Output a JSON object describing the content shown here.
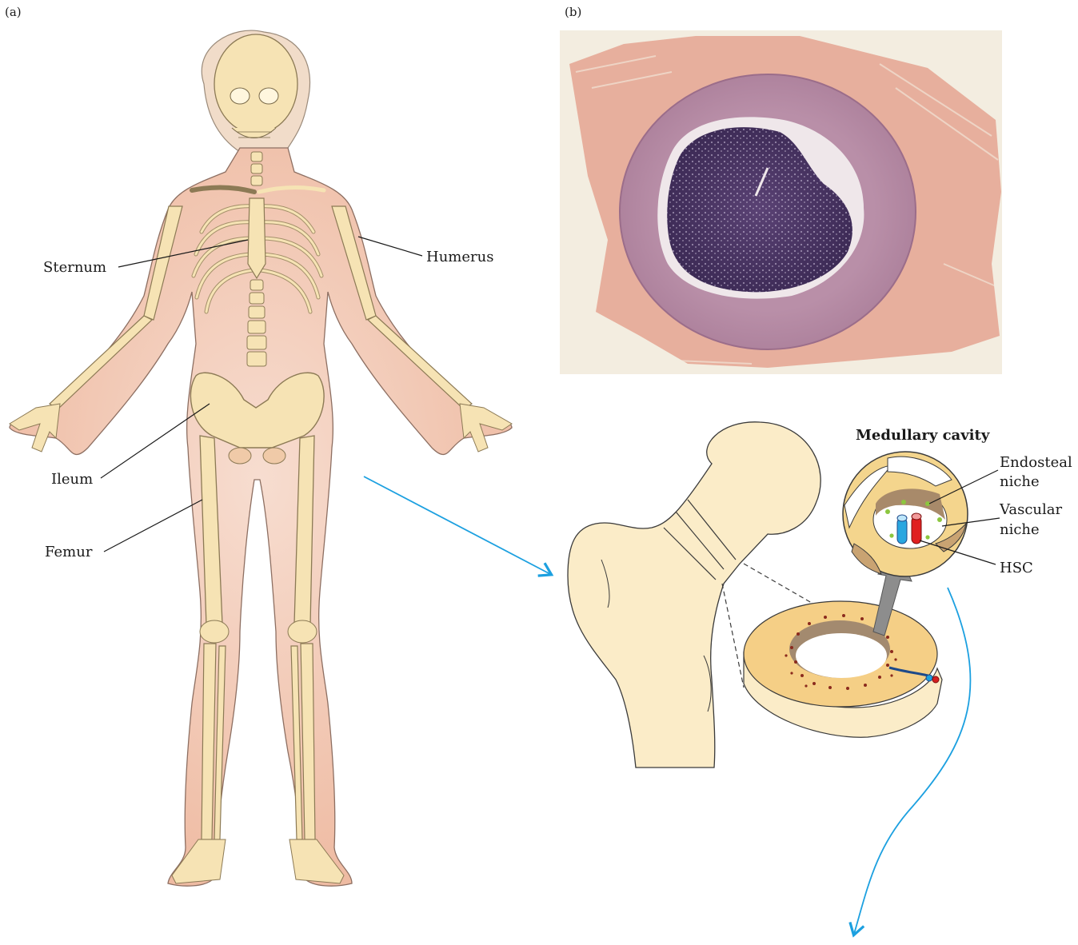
{
  "panels": {
    "a": "(a)",
    "b": "(b)"
  },
  "skeleton_labels": {
    "sternum": "Sternum",
    "humerus": "Humerus",
    "ileum": "Ileum",
    "femur": "Femur"
  },
  "femur_labels": {
    "medullary_cavity": "Medullary cavity",
    "endosteal_line1": "Endosteal",
    "endosteal_line2": "niche",
    "vascular_line1": "Vascular",
    "vascular_line2": "niche",
    "hsc": "HSC"
  },
  "colors": {
    "bone": "#f6e3b4",
    "bone_dark": "#e8cf91",
    "skin": "#f4d3c2",
    "arrow_blue": "#1ca0e0",
    "histology_outer": "#c79bb0",
    "histology_marrow": "#4b3463",
    "muscle": "#e39a87"
  }
}
